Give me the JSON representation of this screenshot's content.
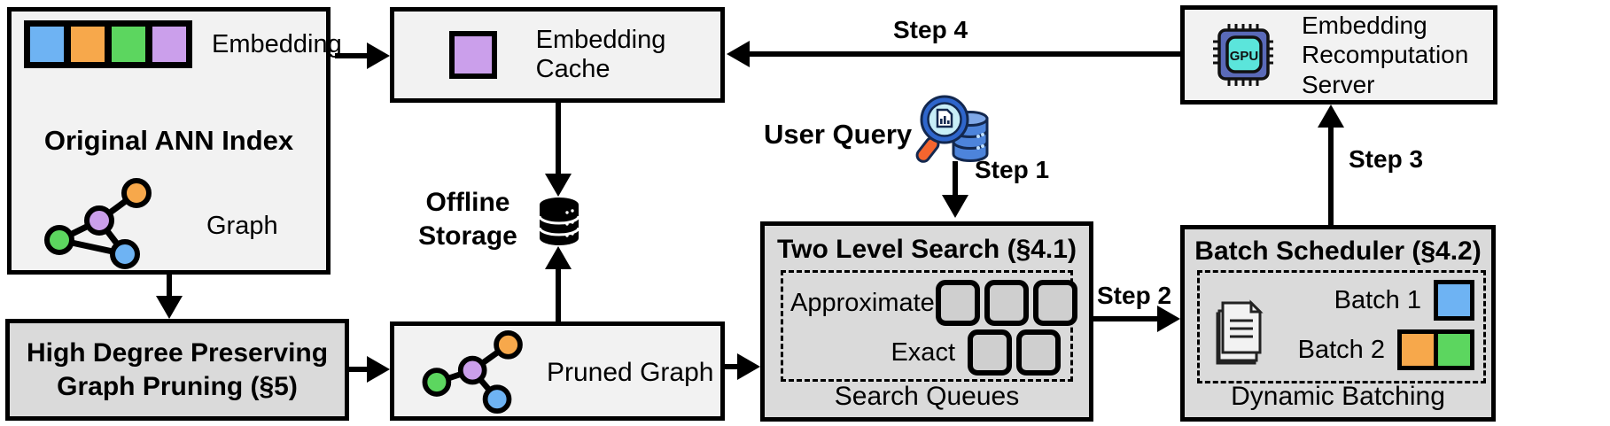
{
  "palette": {
    "embedding_blue": "#6eb3f3",
    "embedding_orange": "#f7a84b",
    "embedding_green": "#5cd65f",
    "embedding_purple": "#cb9feb",
    "box_light_bg": "#f2f2f2",
    "box_gray_bg": "#dadada",
    "border": "#000000",
    "query_handle_orange": "#f4652f",
    "db_blue": "#4d84db",
    "gpu_chip_indigo": "#5a6ab8",
    "gpu_core_teal": "#5be5db"
  },
  "original_index": {
    "title": "Original ANN Index",
    "embedding_label": "Embedding",
    "graph_label": "Graph"
  },
  "embedding_cache": {
    "label": "Embedding\nCache"
  },
  "offline_storage": {
    "label": "Offline\nStorage"
  },
  "user_query": {
    "label": "User Query"
  },
  "steps": {
    "step1": "Step 1",
    "step2": "Step 2",
    "step3": "Step 3",
    "step4": "Step 4"
  },
  "two_level_search": {
    "title": "Two Level Search (§4.1)",
    "approximate_label": "Approximate",
    "approximate_slots": 3,
    "exact_label": "Exact",
    "exact_slots": 2,
    "footer": "Search Queues"
  },
  "batch_scheduler": {
    "title": "Batch Scheduler (§4.2)",
    "batch1_label": "Batch 1",
    "batch1_colors": [
      "blue"
    ],
    "batch2_label": "Batch 2",
    "batch2_colors": [
      "orange",
      "green"
    ],
    "footer": "Dynamic Batching"
  },
  "recomputation_server": {
    "label": "Embedding\nRecomputation\nServer",
    "gpu_label": "GPU"
  },
  "pruning": {
    "title": "High Degree Preserving\nGraph Pruning (§5)"
  },
  "pruned_graph": {
    "label": "Pruned Graph"
  }
}
